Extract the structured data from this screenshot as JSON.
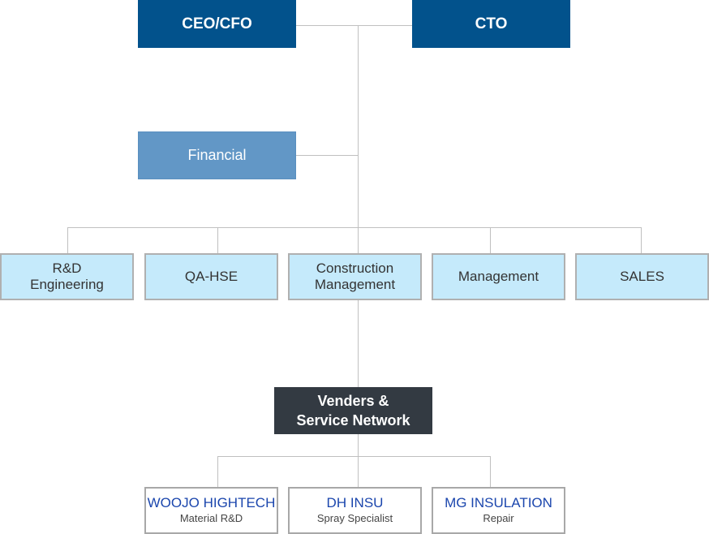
{
  "executives": {
    "ceo_cfo": "CEO/CFO",
    "cto": "CTO"
  },
  "financial": "Financial",
  "departments": [
    "R&D\nEngineering",
    "QA-HSE",
    "Construction\nManagement",
    "Management",
    "SALES"
  ],
  "network": "Venders &\nService Network",
  "partners": [
    {
      "name": "WOOJO HIGHTECH",
      "role": "Material R&D"
    },
    {
      "name": "DH INSU",
      "role": "Spray Specialist"
    },
    {
      "name": "MG INSULATION",
      "role": "Repair"
    }
  ],
  "colors": {
    "executive": "#02528c",
    "financial": "#6297c6",
    "department": "#c5eafb",
    "network": "#333a42",
    "partner_text": "#1b46ad"
  }
}
